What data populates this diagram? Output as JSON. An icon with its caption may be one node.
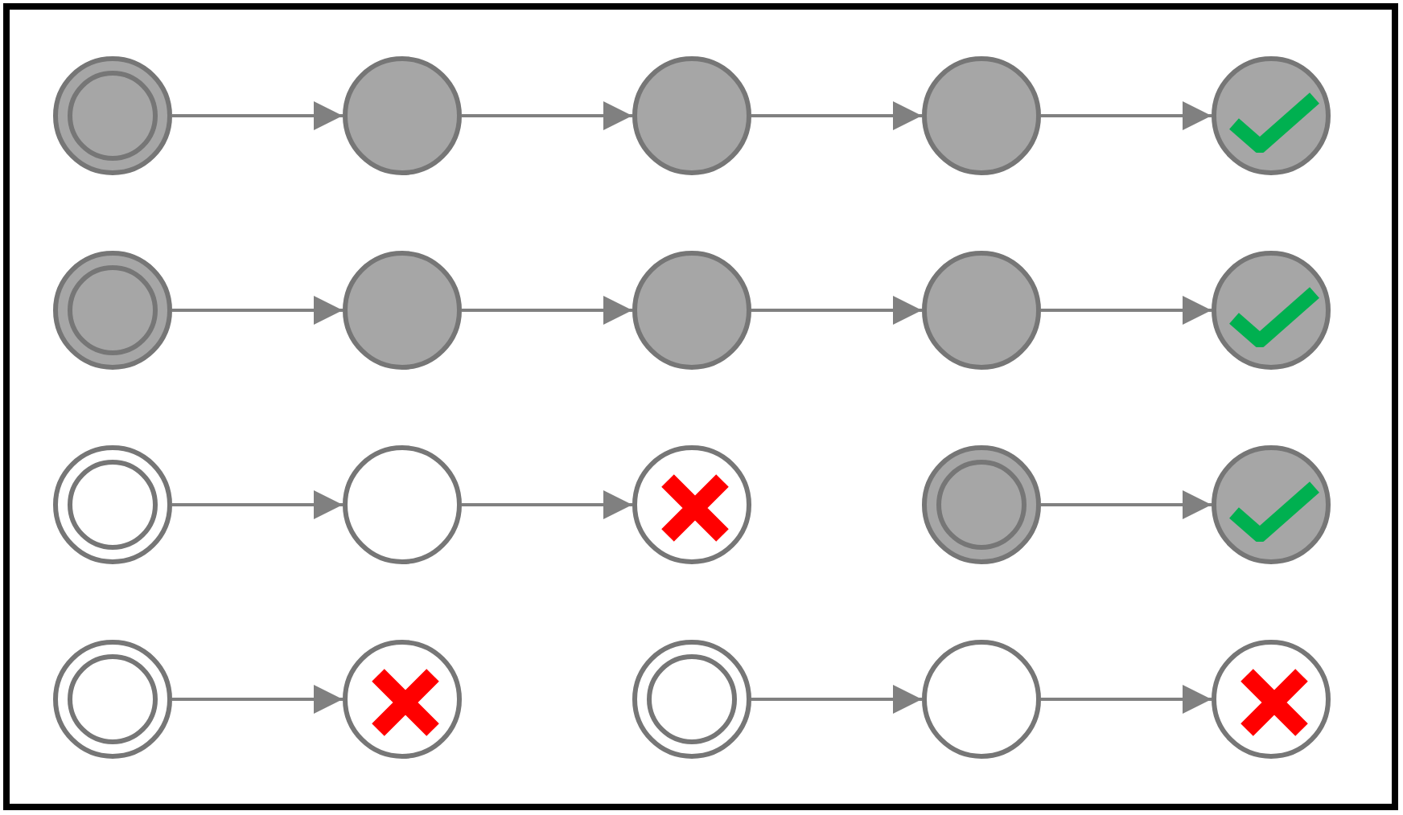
{
  "diagram": {
    "nodes": [
      {
        "text": [],
        "shape": "circle"
      },
      {
        "text": [],
        "shape": "circle"
      },
      {
        "text": [],
        "shape": "circle"
      },
      {
        "text": [],
        "shape": "circle"
      },
      {
        "text": [],
        "shape": "circle"
      },
      {
        "text": [],
        "shape": "circle"
      },
      {
        "text": [],
        "shape": "circle"
      },
      {
        "text": [],
        "shape": "circle"
      },
      {
        "text": [],
        "shape": "circle"
      },
      {
        "text": [],
        "shape": "circle"
      },
      {
        "text": [],
        "shape": "circle"
      },
      {
        "text": [],
        "shape": "circle"
      },
      {
        "text": [],
        "shape": "circle"
      },
      {
        "text": [],
        "shape": "circle"
      },
      {
        "text": [],
        "shape": "circle"
      },
      {
        "text": [],
        "shape": "circle"
      },
      {
        "text": [],
        "shape": "circle"
      },
      {
        "text": [],
        "shape": "circle"
      },
      {
        "text": [],
        "shape": "circle"
      },
      {
        "text": [],
        "shape": "circle"
      }
    ],
    "edges": [
      {
        "from": 0,
        "to": 1,
        "arrow": "to"
      },
      {
        "from": 1,
        "to": 2,
        "arrow": "to"
      },
      {
        "from": 2,
        "to": 3,
        "arrow": "to"
      },
      {
        "from": 3,
        "to": 4,
        "arrow": "to"
      },
      {
        "from": 5,
        "to": 6,
        "arrow": "to"
      },
      {
        "from": 6,
        "to": 7,
        "arrow": "to"
      },
      {
        "from": 7,
        "to": 8,
        "arrow": "to"
      },
      {
        "from": 8,
        "to": 9,
        "arrow": "to"
      },
      {
        "from": 10,
        "to": 11,
        "arrow": "to"
      },
      {
        "from": 11,
        "to": 12,
        "arrow": "to"
      },
      {
        "from": 13,
        "to": 14,
        "arrow": "to"
      },
      {
        "from": 15,
        "to": 16,
        "arrow": "to"
      },
      {
        "from": 17,
        "to": 18,
        "arrow": "to"
      },
      {
        "from": 18,
        "to": 19,
        "arrow": "to"
      }
    ]
  }
}
